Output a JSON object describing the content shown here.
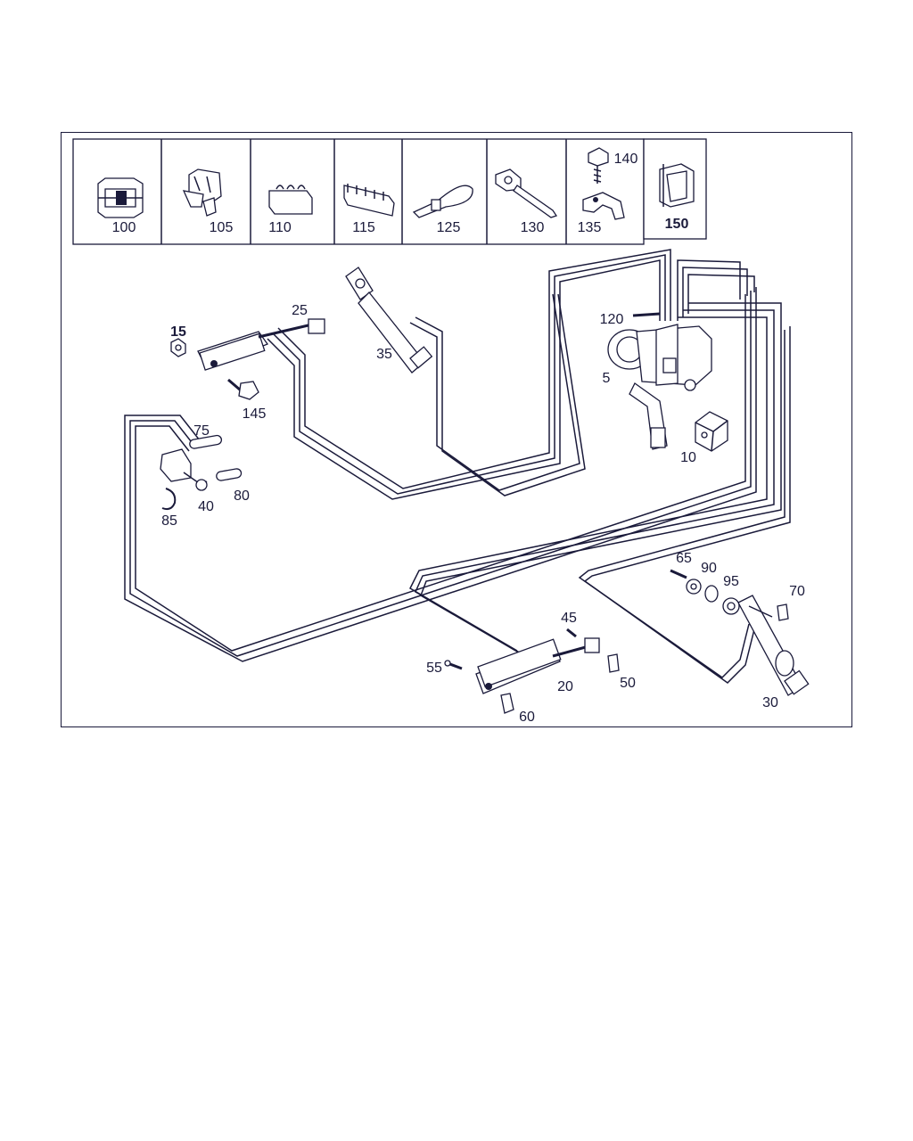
{
  "legend": [
    {
      "id": "legend-100",
      "label": "100"
    },
    {
      "id": "legend-105",
      "label": "105"
    },
    {
      "id": "legend-110",
      "label": "110"
    },
    {
      "id": "legend-115",
      "label": "115"
    },
    {
      "id": "legend-125",
      "label": "125"
    },
    {
      "id": "legend-130",
      "label": "130"
    },
    {
      "id": "legend-135",
      "label": "135"
    },
    {
      "id": "legend-140",
      "label": "140"
    },
    {
      "id": "legend-150",
      "label": "150"
    }
  ],
  "callouts": {
    "c5": "5",
    "c10": "10",
    "c15": "15",
    "c20": "20",
    "c25": "25",
    "c30": "30",
    "c35": "35",
    "c40": "40",
    "c45": "45",
    "c50": "50",
    "c55": "55",
    "c60": "60",
    "c65": "65",
    "c70": "70",
    "c75": "75",
    "c80": "80",
    "c85": "85",
    "c90": "90",
    "c95": "95",
    "c120": "120",
    "c145": "145"
  },
  "colors": {
    "ink": "#1a1a3a",
    "background": "#ffffff"
  }
}
